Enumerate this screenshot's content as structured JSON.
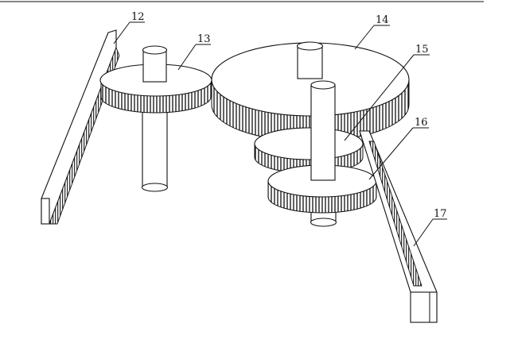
{
  "figure": {
    "labels": {
      "rack_left": "12",
      "gear_small": "13",
      "gear_large": "14",
      "gear_middle": "15",
      "gear_lower": "16",
      "rack_right": "17"
    }
  }
}
